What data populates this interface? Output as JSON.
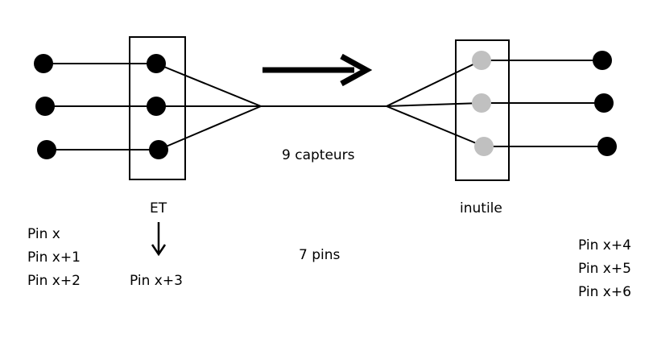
{
  "colors": {
    "ink": "#000000",
    "inactive_pin": "#c0c0c0",
    "background": "#ffffff"
  },
  "labels": {
    "left_pins": [
      "Pin x",
      "Pin x+1",
      "Pin x+2"
    ],
    "and_gate": "ET",
    "and_output": "Pin x+3",
    "bus_label": "9 capteurs",
    "total_pins": "7 pins",
    "unused": "inutile",
    "right_pins": [
      "Pin x+4",
      "Pin x+5",
      "Pin x+6"
    ]
  }
}
